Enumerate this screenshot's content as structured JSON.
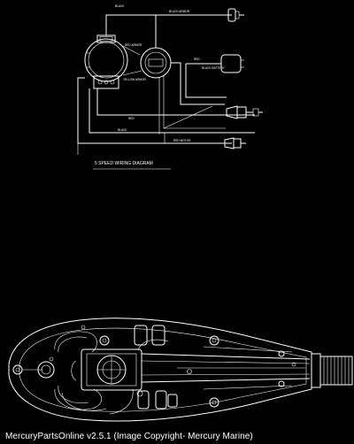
{
  "wiring_diagram": {
    "title": "5 SPEED WIRING DIAGRAM",
    "labels": {
      "black_top": "BLACK",
      "black_armor": "BLACK ARMOR",
      "red_armor": "RED ARMOR",
      "yellow_armor": "YELLOW ARMOR",
      "red_switch": "RED",
      "black_battery": "BLACK BATTERY",
      "red_lower": "RED",
      "black_lower": "BLACK",
      "red_motor": "RED MOTOR"
    }
  },
  "footer": {
    "copyright": "MercuryPartsOnline v2.5.1 (Image Copyright- Mercury Marine)"
  },
  "colors": {
    "background": "#000000",
    "ink": "#ffffff"
  }
}
